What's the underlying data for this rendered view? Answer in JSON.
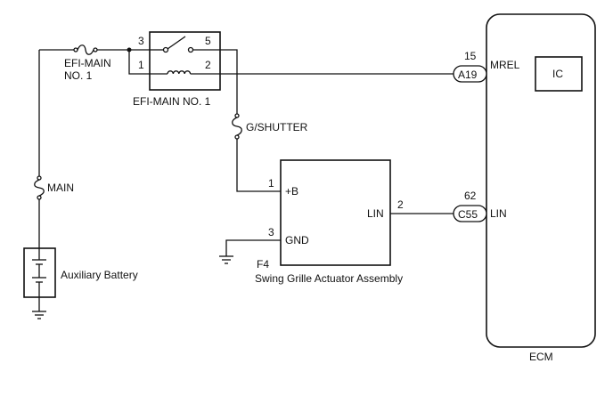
{
  "fuses": {
    "efi_main": {
      "label_line1": "EFI-MAIN",
      "label_line2": "NO. 1"
    },
    "main": {
      "label": "MAIN"
    },
    "g_shutter": {
      "label": "G/SHUTTER"
    }
  },
  "relay": {
    "label": "EFI-MAIN NO. 1",
    "pins": {
      "p3": "3",
      "p5": "5",
      "p1": "1",
      "p2": "2"
    }
  },
  "battery": {
    "label": "Auxiliary Battery"
  },
  "actuator": {
    "code": "F4",
    "label": "Swing Grille Actuator Assembly",
    "pins": {
      "b_num": "1",
      "b_name": "+B",
      "gnd_num": "3",
      "gnd_name": "GND",
      "lin_num": "2",
      "lin_name": "LIN"
    }
  },
  "ecm": {
    "label": "ECM",
    "ic_label": "IC",
    "mrel": {
      "connector": "A19",
      "pin": "15",
      "signal": "MREL"
    },
    "lin": {
      "connector": "C55",
      "pin": "62",
      "signal": "LIN"
    }
  }
}
